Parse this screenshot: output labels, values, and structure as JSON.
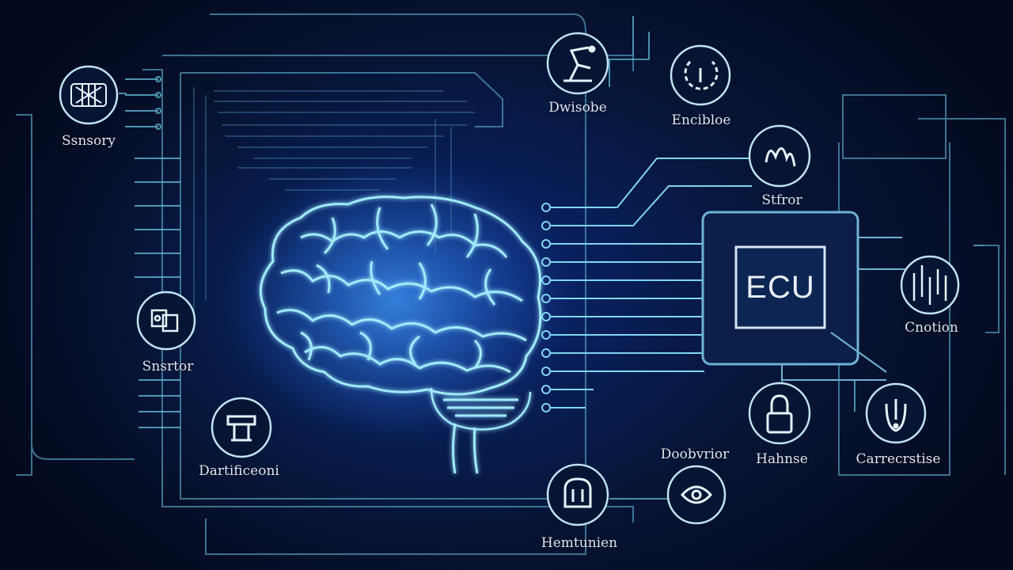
{
  "ecu": {
    "label": "ECU"
  },
  "nodes": [
    {
      "id": "sensors-top-left",
      "label": "Ssnsory",
      "icon": "chip-icon"
    },
    {
      "id": "top-center",
      "label": "Dwisobe",
      "icon": "robot-arm-icon"
    },
    {
      "id": "top-right",
      "label": "Encibloe",
      "icon": "gauge-icon"
    },
    {
      "id": "upper-right",
      "label": "Stfror",
      "icon": "wave-icon"
    },
    {
      "id": "right",
      "label": "Cnotion",
      "icon": "pulse-icon"
    },
    {
      "id": "left-mid",
      "label": "Snsrtor",
      "icon": "device-icon"
    },
    {
      "id": "bottom-left",
      "label": "Dartificeoni",
      "icon": "connector-icon"
    },
    {
      "id": "bottom-center-top",
      "label": "Doobvrior",
      "icon": ""
    },
    {
      "id": "bottom-center",
      "label": "Hemtunien",
      "icon": "shield-icon"
    },
    {
      "id": "bottom-mid",
      "label": "",
      "icon": "eye-icon"
    },
    {
      "id": "lower-right",
      "label": "Hahnse",
      "icon": "lock-icon"
    },
    {
      "id": "lower-far-right",
      "label": "Carrecrstise",
      "icon": "warning-icon"
    }
  ],
  "colors": {
    "line": "#5fb6d4",
    "glow": "#3fa0ff",
    "brain": "#8fe6ff",
    "text": "#dfe6f2"
  }
}
